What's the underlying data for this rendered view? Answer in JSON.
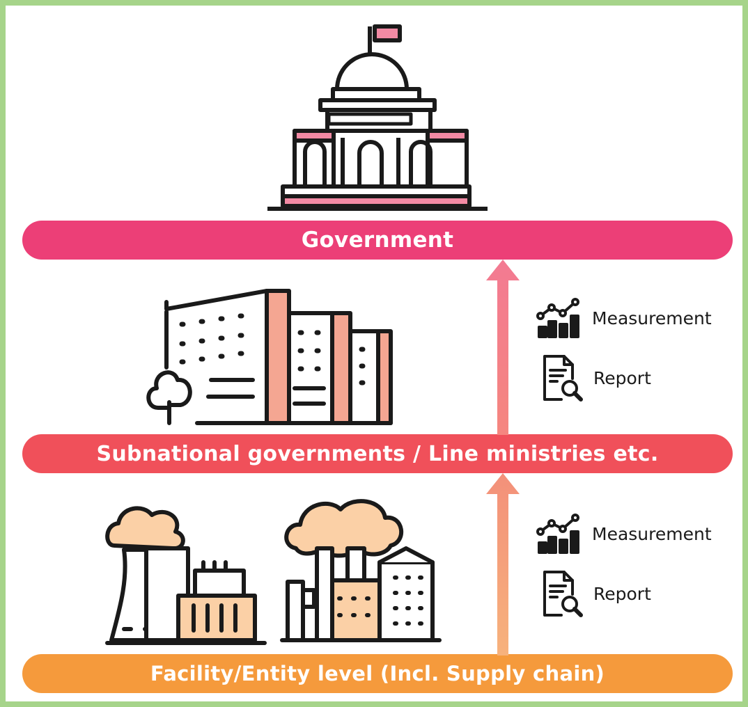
{
  "tiers": {
    "government": {
      "label": "Government",
      "color": "#ec3f77"
    },
    "subnational": {
      "label": "Subnational governments / Line ministries etc.",
      "color": "#f0505a"
    },
    "facility": {
      "label": "Facility/Entity level  (Incl. Supply chain)",
      "color": "#f59a3c"
    }
  },
  "upper_flow": {
    "measurement_label": "Measurement",
    "report_label": "Report"
  },
  "lower_flow": {
    "measurement_label": "Measurement",
    "report_label": "Report"
  },
  "icons": [
    "capitol-building-icon",
    "office-buildings-icon",
    "power-plant-icon",
    "factory-icon",
    "bar-chart-icon",
    "report-magnifier-icon",
    "up-arrow-icon"
  ],
  "colors": {
    "border": "#a6d48a",
    "outline": "#1a1a1a",
    "pink_fill": "#f28aa4",
    "salmon_fill": "#f4a692",
    "peach_fill": "#fbd0a6"
  }
}
